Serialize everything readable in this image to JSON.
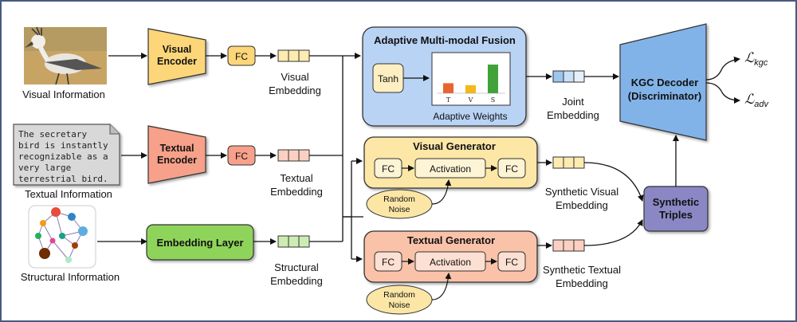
{
  "inputs": {
    "visual_info": "Visual Information",
    "textual_info": "Textual Information",
    "structural_info": "Structural Information",
    "text_snippet": [
      "The secretary",
      "bird is instantly",
      "recognizable as a",
      "very large",
      "terrestrial bird."
    ]
  },
  "encoders": {
    "visual": [
      "Visual",
      "Encoder"
    ],
    "textual": [
      "Textual",
      "Encoder"
    ],
    "embedding_layer": "Embedding Layer",
    "fc": "FC"
  },
  "embeddings": {
    "visual": [
      "Visual",
      "Embedding"
    ],
    "textual": [
      "Textual",
      "Embedding"
    ],
    "structural": [
      "Structural",
      "Embedding"
    ],
    "joint": [
      "Joint",
      "Embedding"
    ],
    "synthetic_visual": [
      "Synthetic Visual",
      "Embedding"
    ],
    "synthetic_textual": [
      "Synthetic Textual",
      "Embedding"
    ]
  },
  "fusion": {
    "title": "Adaptive Multi-modal Fusion",
    "tanh": "Tanh",
    "weights_caption": "Adaptive Weights",
    "bar_labels": [
      "T",
      "V",
      "S"
    ],
    "bar_values": [
      0.35,
      0.28,
      1.0
    ],
    "bar_colors": [
      "#e8652f",
      "#f4b81a",
      "#3fa33a"
    ]
  },
  "generators": {
    "visual_title": "Visual Generator",
    "textual_title": "Textual Generator",
    "fc": "FC",
    "activation": "Activation",
    "noise": [
      "Random",
      "Noise"
    ]
  },
  "decoder": {
    "lines": [
      "KGC Decoder",
      "(Discriminator)"
    ],
    "loss_kgc_main": "ℒ",
    "loss_kgc_sub": "kgc",
    "loss_adv_main": "ℒ",
    "loss_adv_sub": "adv"
  },
  "synthetic_triples": [
    "Synthetic",
    "Triples"
  ],
  "colors": {
    "visual_encoder": "#fcd679",
    "textual_encoder": "#f7a08a",
    "embedding_layer": "#8fd45a",
    "fusion_bg": "#b9d3f5",
    "generator_visual": "#fde7a6",
    "generator_textual": "#f9c2a9",
    "decoder": "#82b3e8",
    "triples": "#8a87c4",
    "noise": "#fbe6a6"
  }
}
